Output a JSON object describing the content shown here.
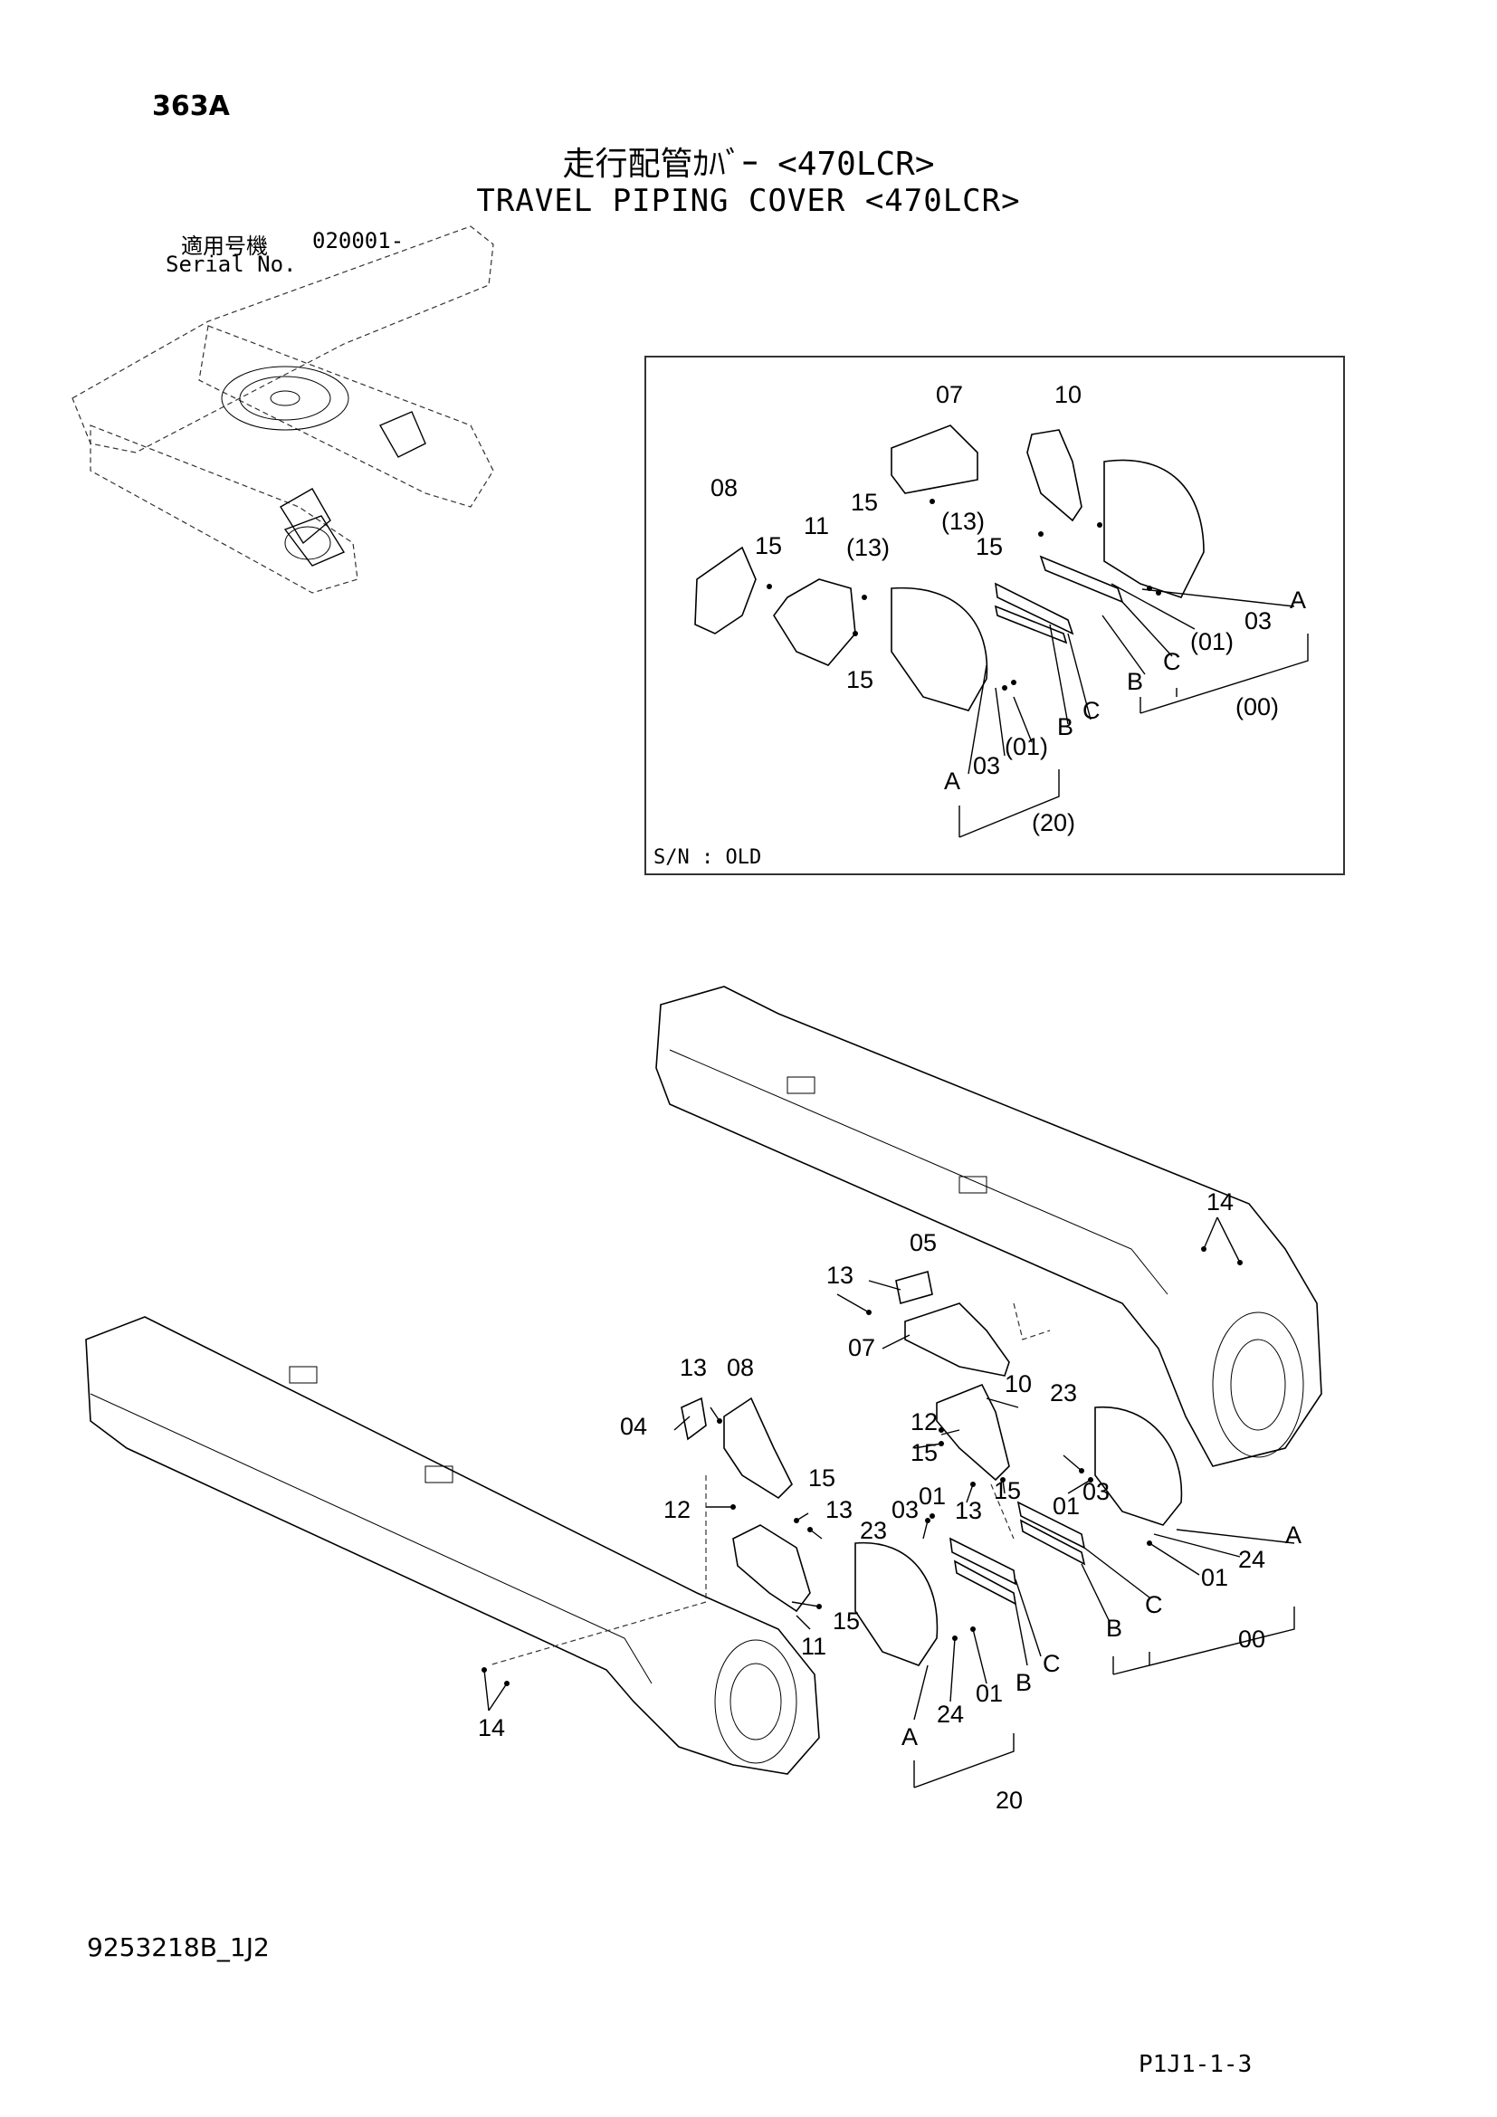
{
  "header": {
    "page_code": "363A",
    "title_jp": "走行配管ｶﾊﾞｰ <470LCR>",
    "title_en": "TRAVEL PIPING COVER <470LCR>",
    "serial_label_jp": "適用号機",
    "serial_value": "020001-",
    "serial_label_en": "Serial No."
  },
  "inset": {
    "caption": "S/N : OLD",
    "labels": {
      "p07": "07",
      "p10": "10",
      "p08": "08",
      "p15a": "15",
      "p13a": "(13)",
      "p11": "11",
      "p15b": "15",
      "p13b": "(13)",
      "p15c": "15",
      "p15d": "15",
      "pA1": "A",
      "p03a": "03",
      "p01a": "(01)",
      "pB1": "B",
      "pC1": "C",
      "p00": "(00)",
      "pA2": "A",
      "p03b": "03",
      "p01b": "(01)",
      "pB2": "B",
      "pC2": "C",
      "p20": "(20)"
    }
  },
  "main": {
    "labels": {
      "p14a": "14",
      "p05": "05",
      "p13a": "13",
      "p07": "07",
      "p13b": "13",
      "p08": "08",
      "p04": "04",
      "p10": "10",
      "p23a": "23",
      "p12a": "12",
      "p15a": "15",
      "p15b": "15",
      "p12b": "12",
      "p13c": "13",
      "p03a": "03",
      "p01a": "01",
      "p13d": "13",
      "p15c": "15",
      "p01b": "01",
      "p03b": "03",
      "p23b": "23",
      "pA1": "A",
      "p24a": "24",
      "p01c": "01",
      "pC1": "C",
      "pB1": "B",
      "p00": "00",
      "p15d": "15",
      "p11": "11",
      "pC2": "C",
      "pB2": "B",
      "p01d": "01",
      "p24b": "24",
      "pA2": "A",
      "p20": "20",
      "p14b": "14"
    }
  },
  "footer": {
    "doc_number": "9253218B_1J2",
    "page_ref": "P1J1-1-3"
  }
}
